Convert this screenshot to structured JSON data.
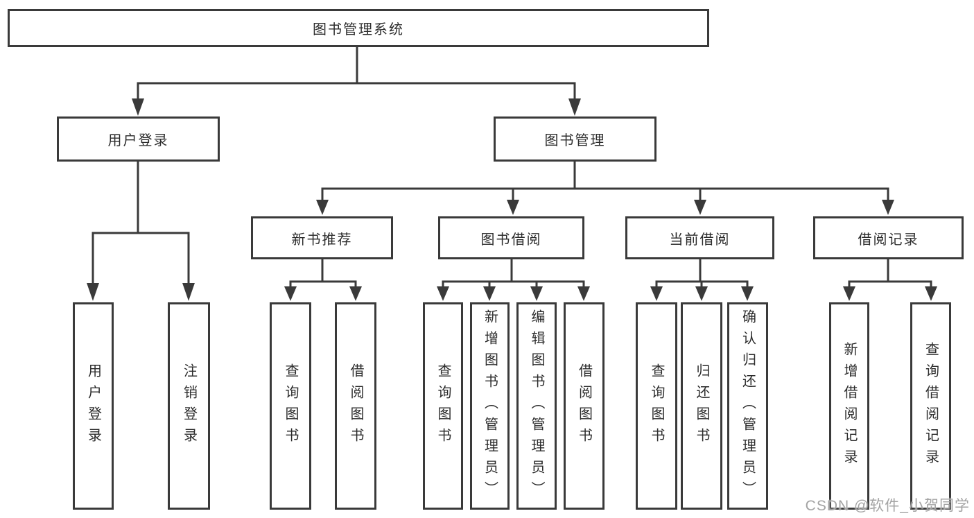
{
  "colors": {
    "line": "#3a3a3a",
    "box_border": "#3a3a3a",
    "box_fill": "#ffffff",
    "text": "#2c2c2c",
    "watermark": "#a3a3a3",
    "background": "#ffffff"
  },
  "nodes": {
    "root": "图书管理系统",
    "level2": {
      "user_login": "用户登录",
      "book_management": "图书管理"
    },
    "level3": {
      "new_book_recommend": "新书推荐",
      "book_borrowing": "图书借阅",
      "current_borrowing": "当前借阅",
      "borrowing_records": "借阅记录"
    },
    "leaves": {
      "user_login": "用户登录",
      "logout": "注销登录",
      "recommend_query_book": "查询图书",
      "recommend_borrow_book": "借阅图书",
      "borrowing_query_book": "查询图书",
      "borrowing_add_book": "新增图书（管理员）",
      "borrowing_edit_book": "编辑图书（管理员）",
      "borrowing_borrow_book": "借阅图书",
      "current_query_book": "查询图书",
      "current_return_book": "归还图书",
      "current_confirm_return": "确认归还（管理员）",
      "records_add_record": "新增借阅记录",
      "records_query_record": "查询借阅记录"
    }
  },
  "watermark": "CSDN @软件_小贺同学"
}
